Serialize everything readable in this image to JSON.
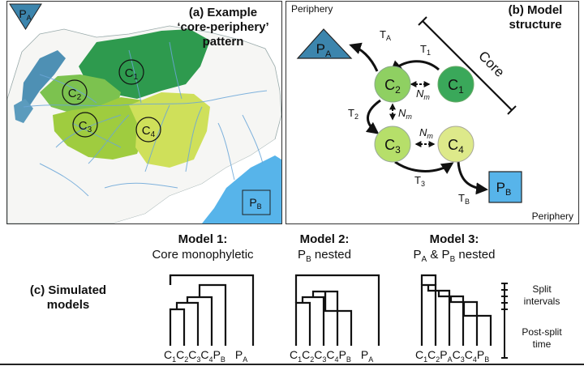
{
  "panel_a": {
    "title_line1": "(a) Example",
    "title_line2": "‘core-periphery’",
    "title_line3": "pattern",
    "regions": [
      {
        "base": "C",
        "sub": "1",
        "color": "#2e9a4e"
      },
      {
        "base": "C",
        "sub": "2",
        "color": "#7cc24f"
      },
      {
        "base": "C",
        "sub": "3",
        "color": "#9fcc3f"
      },
      {
        "base": "C",
        "sub": "4",
        "color": "#cfe05a"
      }
    ],
    "peripheries": [
      {
        "base": "P",
        "sub": "A",
        "color": "#3c85ad"
      },
      {
        "base": "P",
        "sub": "B",
        "color": "#57b4ea"
      }
    ]
  },
  "panel_b": {
    "title_line1": "(b) Model",
    "title_line2": "structure",
    "periphery_top": "Periphery",
    "periphery_bottom": "Periphery",
    "core_label": "Core",
    "nodes": [
      {
        "base": "C",
        "sub": "1",
        "color": "#3aa85a"
      },
      {
        "base": "C",
        "sub": "2",
        "color": "#8fd062"
      },
      {
        "base": "C",
        "sub": "3",
        "color": "#b6df6a"
      },
      {
        "base": "C",
        "sub": "4",
        "color": "#dde98a"
      },
      {
        "base": "P",
        "sub": "A",
        "color": "#3c85ad"
      },
      {
        "base": "P",
        "sub": "B",
        "color": "#57b4ea"
      }
    ],
    "times": [
      {
        "base": "T",
        "sub": "A"
      },
      {
        "base": "T",
        "sub": "1"
      },
      {
        "base": "T",
        "sub": "2"
      },
      {
        "base": "T",
        "sub": "3"
      },
      {
        "base": "T",
        "sub": "B"
      }
    ],
    "migration": {
      "base": "N",
      "sub": "m"
    }
  },
  "panel_c": {
    "label_line1": "(c) Simulated",
    "label_line2": "models",
    "models": [
      {
        "title": "Model 1:",
        "subtitle_parts": [
          {
            "t": "Core monophyletic",
            "s": ""
          }
        ],
        "tips": [
          [
            "C",
            "1"
          ],
          [
            "C",
            "2"
          ],
          [
            "C",
            "3"
          ],
          [
            "C",
            "4"
          ],
          [
            "P",
            "B"
          ],
          [
            "P",
            "A"
          ]
        ]
      },
      {
        "title": "Model 2:",
        "subtitle_parts": [
          {
            "t": "P",
            "s": "B"
          },
          {
            "t": " nested",
            "s": ""
          }
        ],
        "tips": [
          [
            "C",
            "1"
          ],
          [
            "C",
            "2"
          ],
          [
            "C",
            "3"
          ],
          [
            "C",
            "4"
          ],
          [
            "P",
            "B"
          ],
          [
            "P",
            "A"
          ]
        ]
      },
      {
        "title": "Model 3:",
        "subtitle_parts": [
          {
            "t": "P",
            "s": "A"
          },
          {
            "t": " & P",
            "s": ""
          },
          {
            "t": "",
            "s": "B"
          },
          {
            "t": " nested",
            "s": ""
          }
        ],
        "tips": [
          [
            "C",
            "1"
          ],
          [
            "C",
            "2"
          ],
          [
            "P",
            "A"
          ],
          [
            "C",
            "3"
          ],
          [
            "C",
            "4"
          ],
          [
            "P",
            "B"
          ]
        ]
      }
    ],
    "split_label_line1": "Split",
    "split_label_line2": "intervals",
    "post_label_line1": "Post-split",
    "post_label_line2": "time"
  }
}
